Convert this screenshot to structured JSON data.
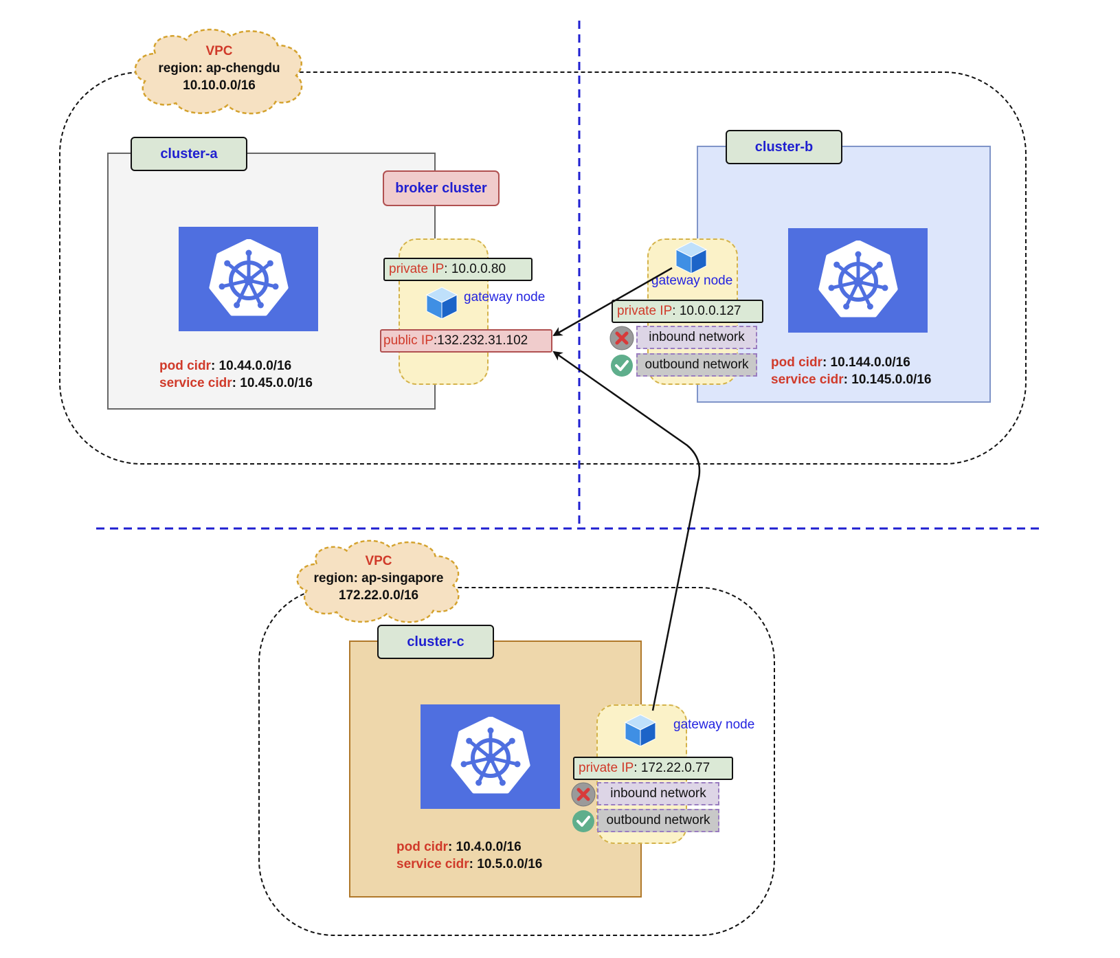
{
  "vpcs": [
    {
      "title": "VPC",
      "region": "region: ap-chengdu",
      "cidr": "10.10.0.0/16"
    },
    {
      "title": "VPC",
      "region": "region:  ap-singapore",
      "cidr": "172.22.0.0/16"
    }
  ],
  "broker": {
    "label": "broker cluster"
  },
  "clusters": {
    "a": {
      "name": "cluster-a",
      "pod_key": "pod cidr",
      "pod_value": ": 10.44.0.0/16",
      "svc_key": "service cidr",
      "svc_value": ": 10.45.0.0/16",
      "gateway": {
        "label": "gateway node",
        "private_key": "private IP",
        "private_value": ":  10.0.0.80",
        "public_key": "public IP",
        "public_value": ":132.232.31.102"
      }
    },
    "b": {
      "name": "cluster-b",
      "pod_key": "pod cidr",
      "pod_value": ": 10.144.0.0/16",
      "svc_key": "service cidr",
      "svc_value": ": 10.145.0.0/16",
      "gateway": {
        "label": "gateway node",
        "private_key": "private IP",
        "private_value": ":  10.0.0.127",
        "inbound": "inbound network",
        "outbound": "outbound network"
      }
    },
    "c": {
      "name": "cluster-c",
      "pod_key": "pod cidr",
      "pod_value": ": 10.4.0.0/16",
      "svc_key": "service cidr",
      "svc_value": ": 10.5.0.0/16",
      "gateway": {
        "label": "gateway node",
        "private_key": "private IP",
        "private_value": ":  172.22.0.77",
        "inbound": "inbound network",
        "outbound": "outbound network"
      }
    }
  },
  "icons": {
    "k8s": "kubernetes-helm-icon",
    "node": "cube-icon",
    "deny": "red-x-icon",
    "allow": "green-check-icon",
    "vpc": "cloud-icon"
  },
  "colors": {
    "region_divider": "#1f1fd0",
    "k8s_tile": "#4f6fe0",
    "accent_red": "#d03a2a",
    "label_blue": "#1f1fd0"
  }
}
